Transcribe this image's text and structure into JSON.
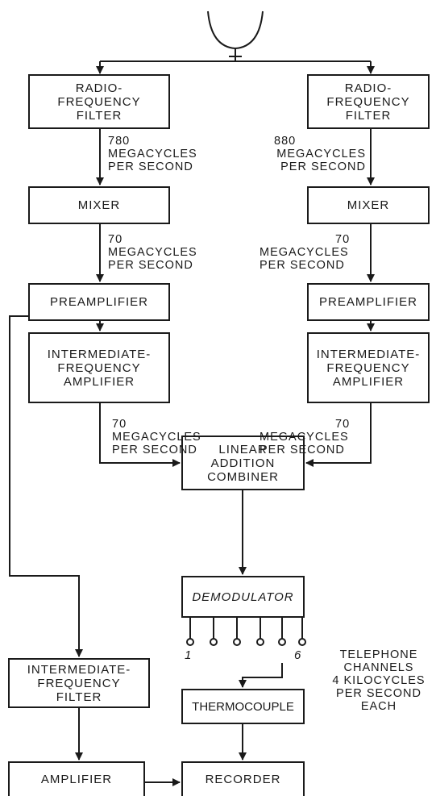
{
  "boxes": {
    "rf_filter_left": [
      "RADIO-",
      "FREQUENCY",
      "FILTER"
    ],
    "rf_filter_right": [
      "RADIO-",
      "FREQUENCY",
      "FILTER"
    ],
    "mixer_left": "MIXER",
    "mixer_right": "MIXER",
    "preamp_left": "PREAMPLIFIER",
    "preamp_right": "PREAMPLIFIER",
    "if_amp_left": [
      "INTERMEDIATE-",
      "FREQUENCY",
      "AMPLIFIER"
    ],
    "if_amp_right": [
      "INTERMEDIATE-",
      "FREQUENCY",
      "AMPLIFIER"
    ],
    "combiner": [
      "LINEAR",
      "ADDITION",
      "COMBINER"
    ],
    "demodulator": "DEMODULATOR",
    "if_filter": [
      "INTERMEDIATE-",
      "FREQUENCY",
      "FILTER"
    ],
    "thermocouple": "THERMOCOUPLE",
    "amplifier": "AMPLIFIER",
    "recorder": "RECORDER"
  },
  "labels": {
    "freq_780": [
      "780",
      "MEGACYCLES",
      "PER SECOND"
    ],
    "freq_880": [
      "880",
      "MEGACYCLES",
      "PER SECOND"
    ],
    "freq_70_mix_left": [
      "70",
      "MEGACYCLES",
      "PER SECOND"
    ],
    "freq_70_mix_right": [
      "70",
      "MEGACYCLES",
      "PER SECOND"
    ],
    "freq_70_if_left": [
      "70",
      "MEGACYCLES",
      "PER SECOND"
    ],
    "freq_70_if_right": [
      "70",
      "MEGACYCLES",
      "PER SECOND"
    ],
    "telephone": [
      "TELEPHONE",
      "CHANNELS",
      "4 KILOCYCLES",
      "PER SECOND",
      "EACH"
    ],
    "channel_first": "1",
    "channel_last": "6"
  }
}
